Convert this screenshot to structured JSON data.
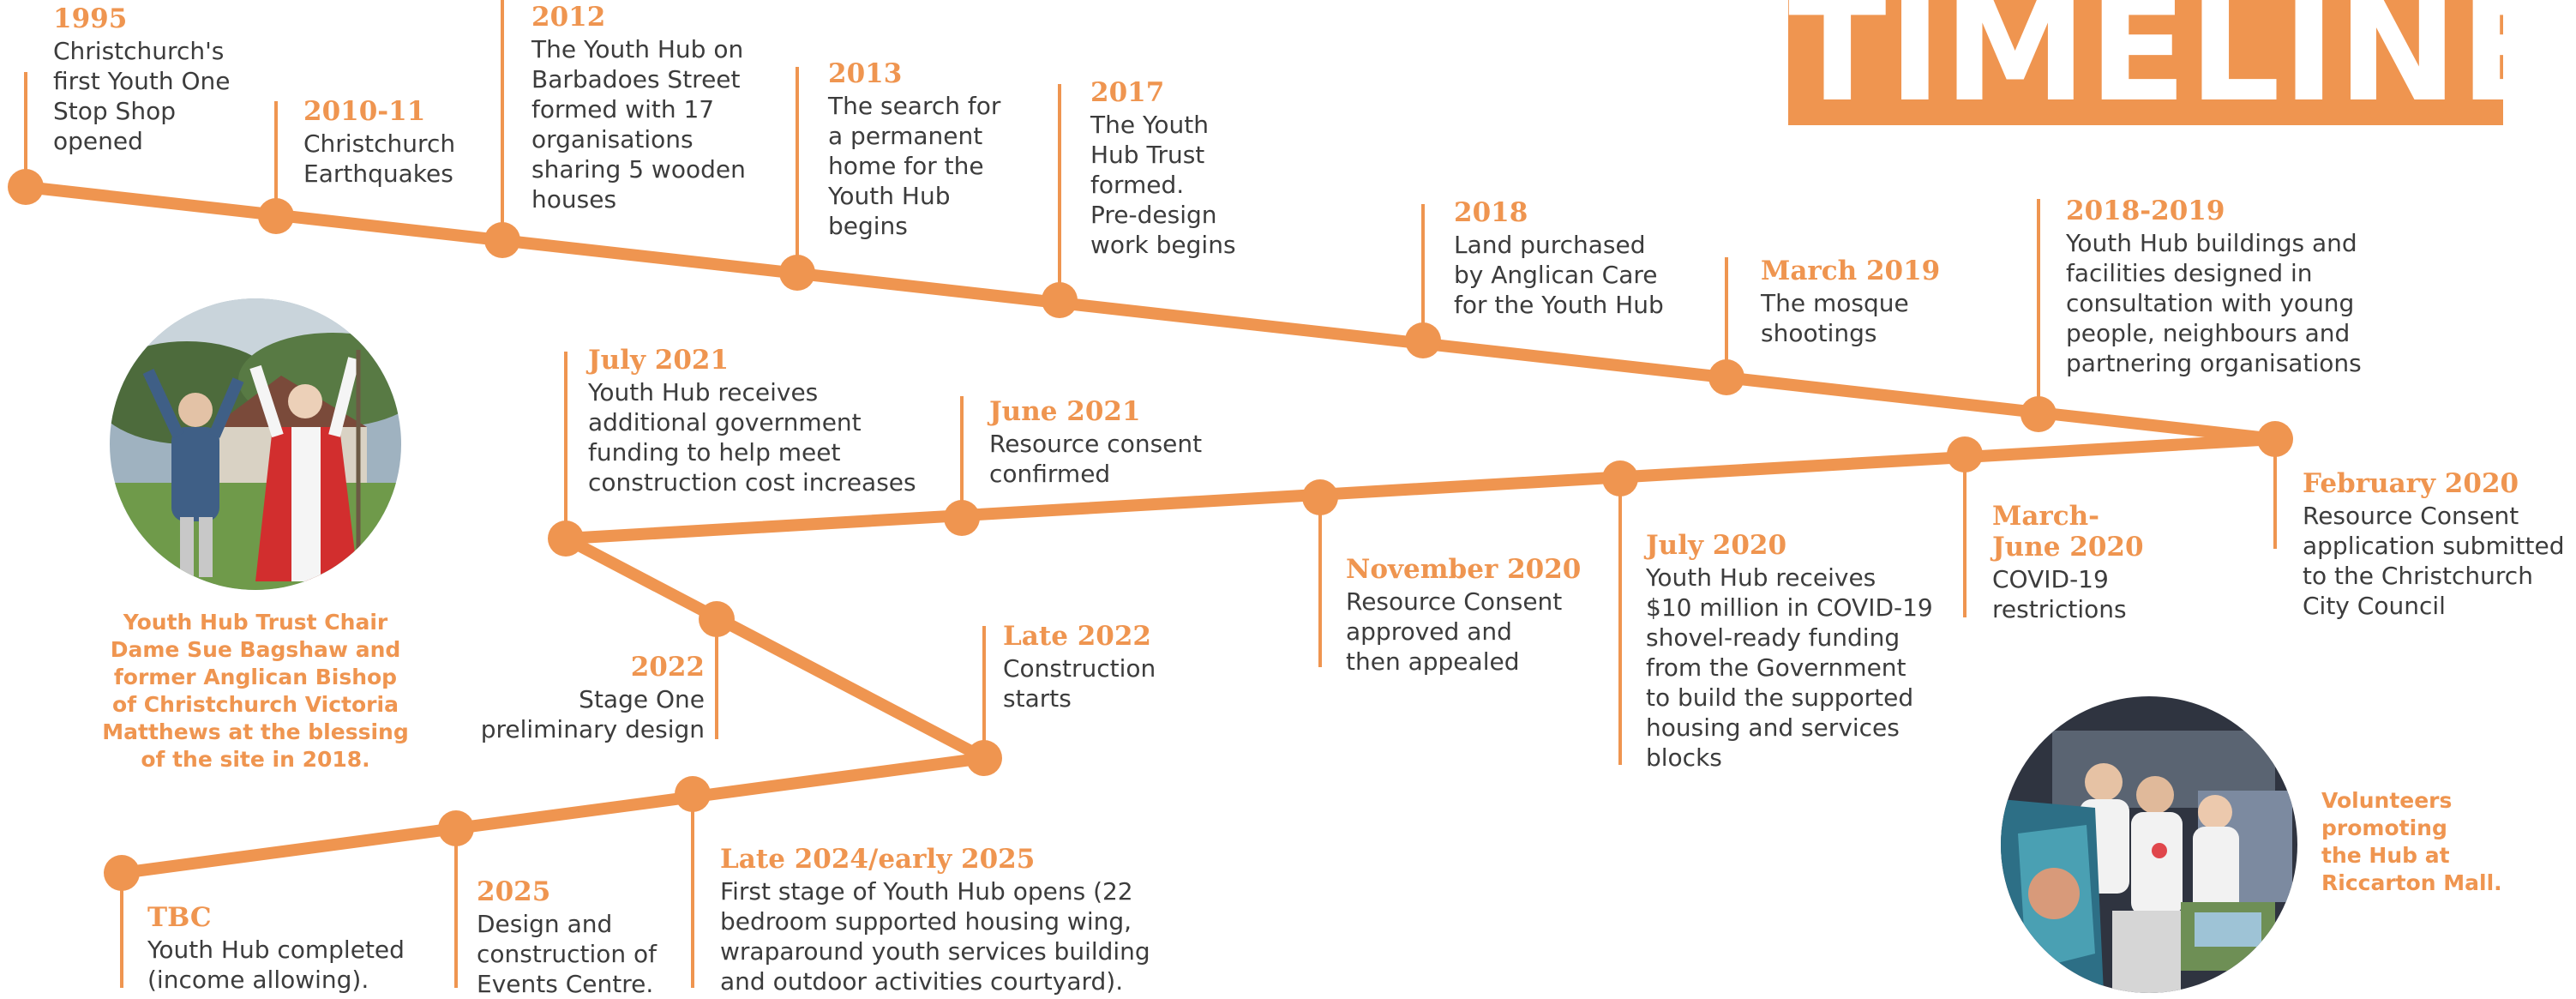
{
  "title": "TIMELINE",
  "colors": {
    "accent": "#ef9550",
    "text": "#3c3c3c",
    "background": "#ffffff"
  },
  "events": [
    {
      "label": "1995",
      "text": "Christchurch's\nfirst Youth One\nStop Shop\nopened"
    },
    {
      "label": "2010-11",
      "text": "Christchurch\nEarthquakes"
    },
    {
      "label": "2012",
      "text": "The Youth Hub on\nBarbadoes Street\nformed with 17\norganisations\nsharing 5 wooden\nhouses"
    },
    {
      "label": "2013",
      "text": "The search for\na permanent\nhome for the\nYouth Hub\nbegins"
    },
    {
      "label": "2017",
      "text": "The Youth\nHub Trust\nformed.\nPre-design\nwork begins"
    },
    {
      "label": "2018",
      "text": "Land purchased\nby Anglican Care\nfor the Youth Hub"
    },
    {
      "label": "March 2019",
      "text": "The mosque\nshootings"
    },
    {
      "label": "2018-2019",
      "text": "Youth Hub buildings and\nfacilities designed in\nconsultation with young\npeople, neighbours and\npartnering organisations"
    },
    {
      "label": "February 2020",
      "text": "Resource Consent\napplication submitted\nto the Christchurch\nCity Council"
    },
    {
      "label": "March-\nJune 2020",
      "text": "COVID-19\nrestrictions"
    },
    {
      "label": "July 2020",
      "text": "Youth Hub receives\n$10 million in COVID-19\nshovel-ready funding\nfrom the Government\nto build the supported\nhousing and services\nblocks"
    },
    {
      "label": "November 2020",
      "text": "Resource Consent\napproved and\nthen appealed"
    },
    {
      "label": "June 2021",
      "text": "Resource consent\nconfirmed"
    },
    {
      "label": "July 2021",
      "text": "Youth Hub receives\nadditional government\nfunding to help meet\nconstruction cost increases"
    },
    {
      "label": "2022",
      "text": "Stage One\npreliminary design"
    },
    {
      "label": "Late 2022",
      "text": "Construction\nstarts"
    },
    {
      "label": "Late 2024/early 2025",
      "text": "First stage of Youth Hub opens (22\nbedroom supported housing wing,\nwraparound youth services building\nand outdoor activities courtyard)."
    },
    {
      "label": "2025",
      "text": "Design and\nconstruction of\nEvents Centre."
    },
    {
      "label": "TBC",
      "text": "Youth Hub completed\n(income allowing)."
    }
  ],
  "captions": {
    "blessing": "Youth Hub Trust Chair\nDame Sue Bagshaw and\nformer Anglican Bishop\nof Christchurch Victoria\nMatthews at the blessing\nof the site in 2018.",
    "volunteers": "Volunteers\npromoting\nthe Hub at\nRiccarton Mall."
  }
}
